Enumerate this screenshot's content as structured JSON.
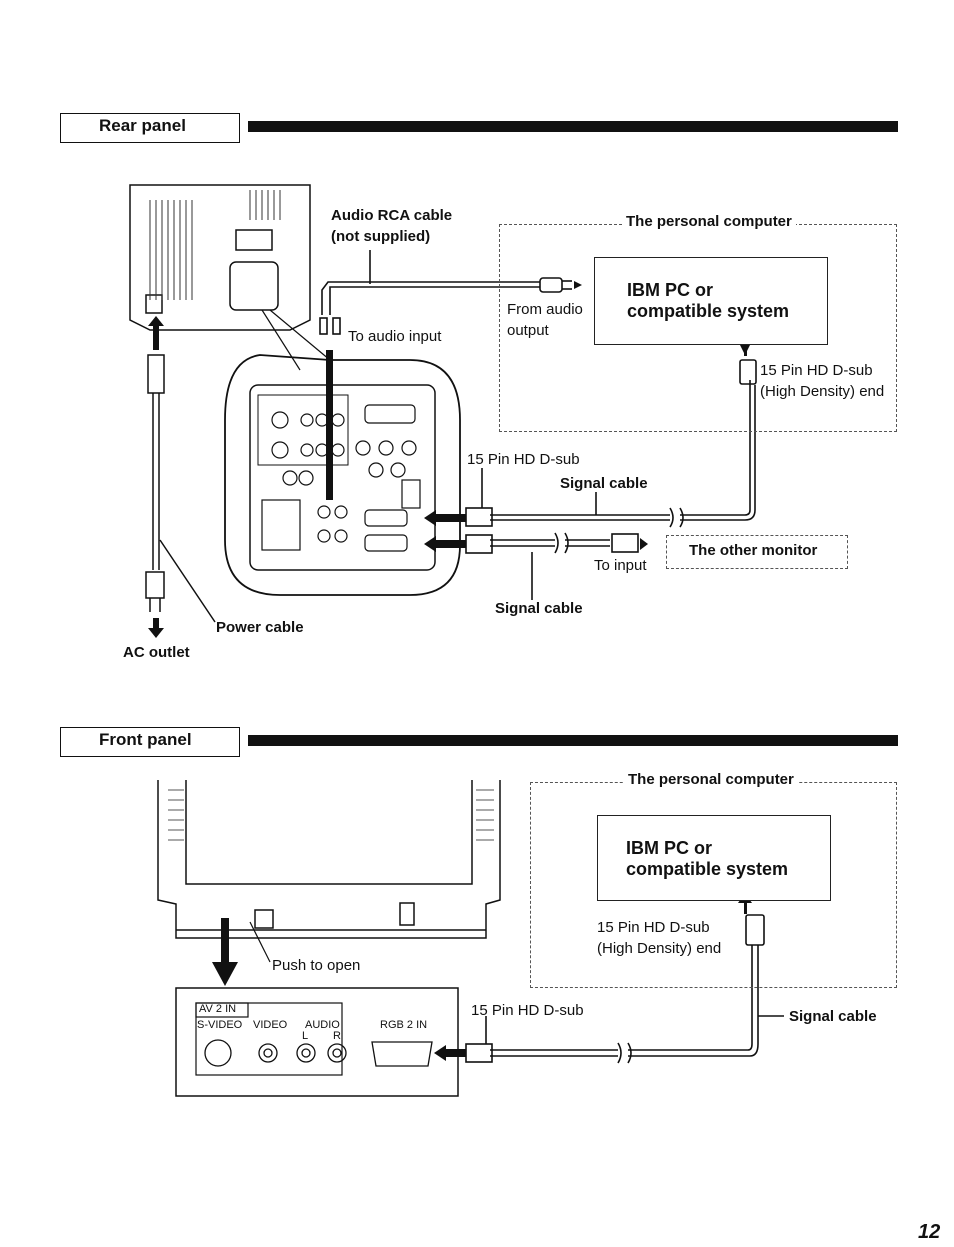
{
  "rear": {
    "section_title": "Rear panel",
    "audio_cable_line1": "Audio RCA cable",
    "audio_cable_line2": "(not supplied)",
    "pc_label": "The personal computer",
    "ibm_line1": "IBM PC or",
    "ibm_line2": "compatible system",
    "from_audio_line1": "From audio",
    "from_audio_line2": "output",
    "to_audio_input": "To audio input",
    "hd_end_line1": "15 Pin HD D-sub",
    "hd_end_line2": "(High Density) end",
    "hd_dsub": "15 Pin HD D-sub",
    "signal_cable_upper": "Signal cable",
    "other_monitor": "The other monitor",
    "to_input": "To input",
    "signal_cable_lower": "Signal cable",
    "power_cable": "Power cable",
    "ac_outlet": "AC outlet"
  },
  "front": {
    "section_title": "Front panel",
    "pc_label": "The personal computer",
    "ibm_line1": "IBM PC or",
    "ibm_line2": "compatible system",
    "hd_end_line1": "15 Pin HD D-sub",
    "hd_end_line2": "(High Density) end",
    "push_to_open": "Push to open",
    "hd_dsub": "15 Pin HD D-sub",
    "signal_cable": "Signal cable",
    "av2_in": "AV 2  IN",
    "svideo": "S-VIDEO",
    "video": "VIDEO",
    "audio": "AUDIO",
    "audio_l": "L",
    "audio_r": "R",
    "rgb2_in": "RGB 2  IN"
  },
  "page_number": "12"
}
